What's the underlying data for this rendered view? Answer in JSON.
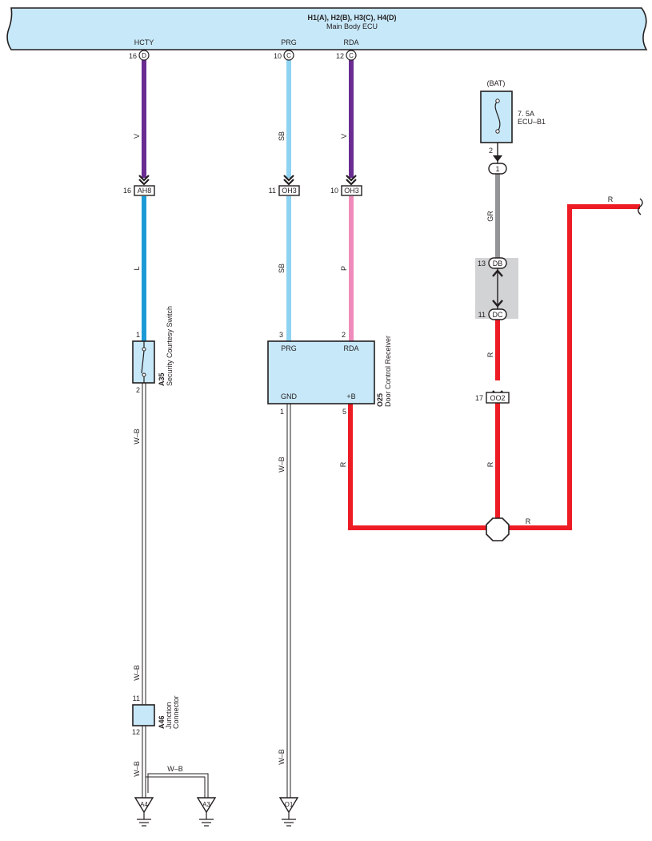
{
  "ecu": {
    "title": "H1(A), H2(B), H3(C), H4(D)",
    "subtitle": "Main Body ECU",
    "pins": [
      {
        "label": "HCTY",
        "num": "16",
        "conn": "D"
      },
      {
        "label": "PRG",
        "num": "10",
        "conn": "C"
      },
      {
        "label": "RDA",
        "num": "12",
        "conn": "C"
      }
    ]
  },
  "colors": {
    "violet": "#6a2c91",
    "sky_blue": "#8fd3f2",
    "blue": "#1c9ad6",
    "pink": "#ef8bbb",
    "red": "#ed1c24",
    "gray": "#939598",
    "ecu_fill": "#c7e8f8",
    "outline": "#231f20"
  },
  "wire_labels": {
    "hcty_upper": "V",
    "hcty_lower": "L",
    "prg_upper": "SB",
    "prg_lower": "SB",
    "rda_upper": "V",
    "rda_lower": "P",
    "switch_ground_1": "W–B",
    "switch_ground_2": "W–B",
    "junction_ground_1": "W–B",
    "junction_ground_2": "W–B",
    "receiver_ground_1": "W–B",
    "receiver_ground_2": "W–B",
    "bat_gr": "GR",
    "bat_r1": "R",
    "bat_r2": "R",
    "rec_b_r": "R",
    "splice_r": "R",
    "top_r": "R"
  },
  "connectors": {
    "ah8": {
      "num": "16",
      "label": "AH8"
    },
    "oh3_prg": {
      "num": "11",
      "label": "OH3"
    },
    "oh3_rda": {
      "num": "10",
      "label": "OH3"
    },
    "bat_1": {
      "label": "1"
    },
    "db": {
      "num": "13",
      "label": "DB"
    },
    "dc": {
      "num": "11",
      "label": "DC"
    },
    "oo2": {
      "num": "17",
      "label": "OO2"
    }
  },
  "fuse": {
    "bat": "(BAT)",
    "rating": "7. 5A",
    "name": "ECU–B1",
    "pin": "2"
  },
  "switch": {
    "code": "A35",
    "name": "Security Courtesy Switch",
    "pin_top": "1",
    "pin_bottom": "2"
  },
  "receiver": {
    "code": "O25",
    "name": "Door Control Receiver",
    "pin_prg": "3",
    "pin_rda": "2",
    "pin_gnd": "1",
    "pin_b": "5",
    "label_prg": "PRG",
    "label_rda": "RDA",
    "label_gnd": "GND",
    "label_b": "+B"
  },
  "junction": {
    "code": "A46",
    "name_line1": "Junction",
    "name_line2": "Connector",
    "pin_top": "11",
    "pin_bottom": "12"
  },
  "grounds": {
    "a4": "A4",
    "a3": "A3",
    "o1": "O1"
  }
}
